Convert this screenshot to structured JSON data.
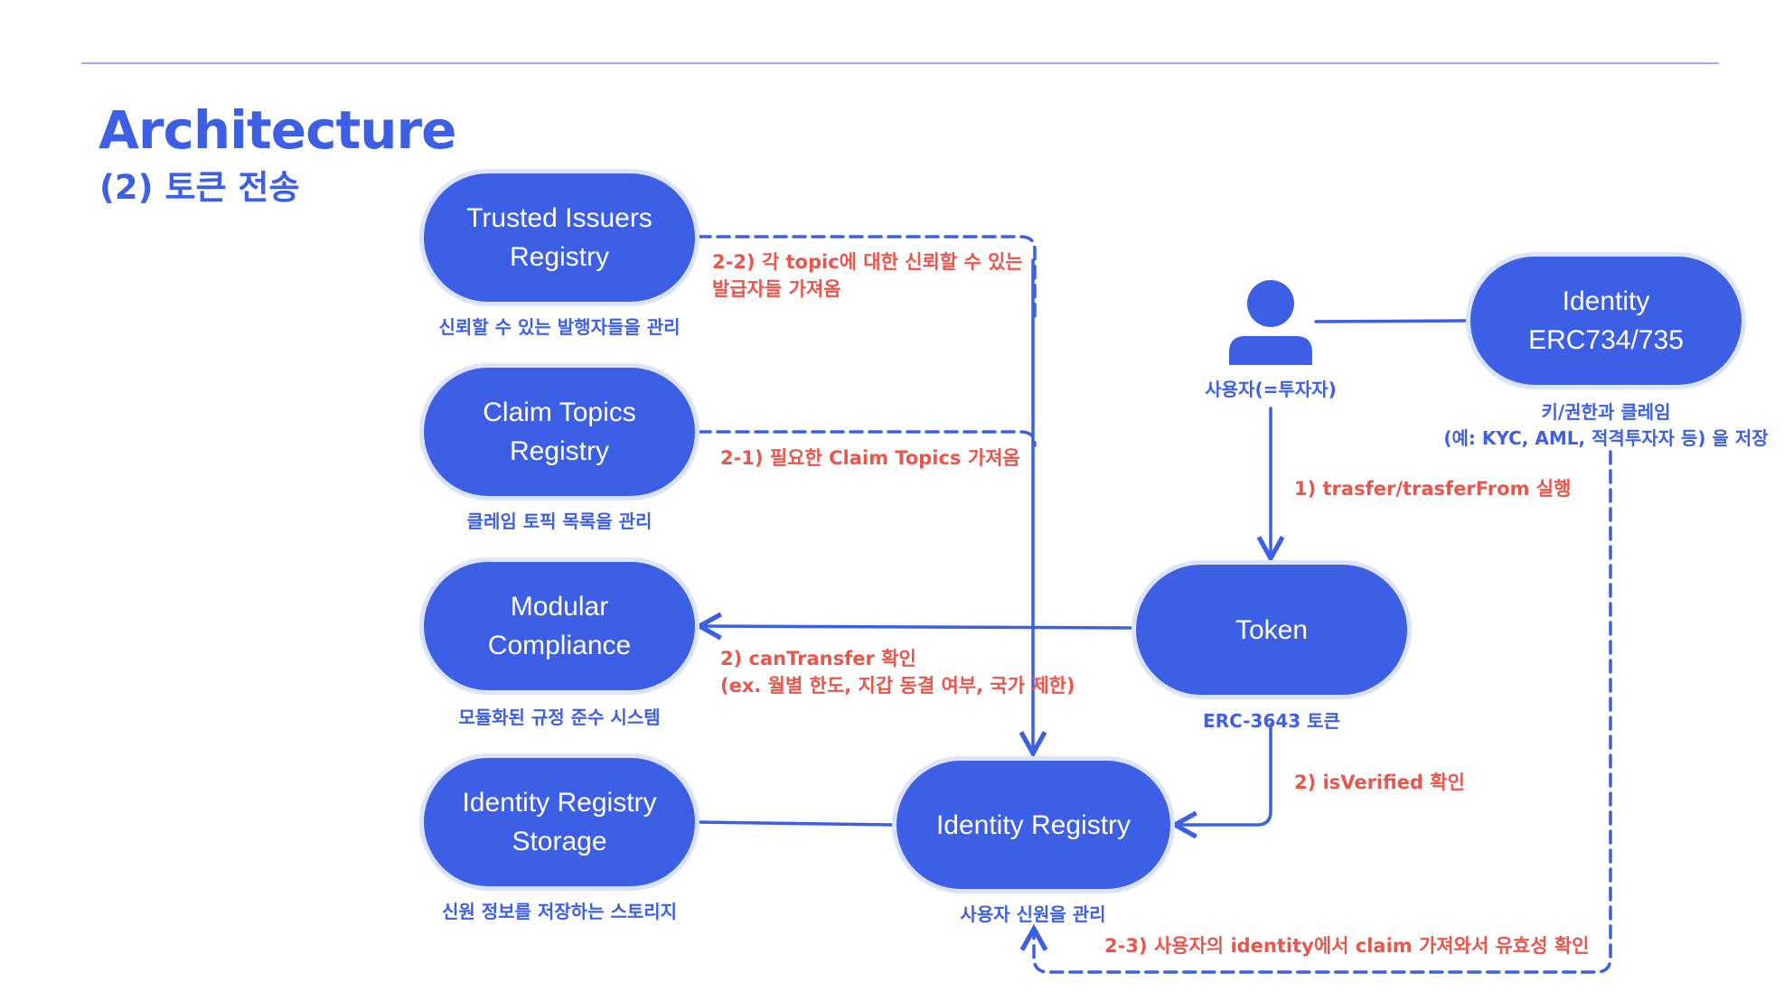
{
  "title": "Architecture",
  "subtitle": "(2) 토큰 전송",
  "colors": {
    "primary": "#3d5fe6",
    "accent": "#e8564c",
    "node_border": "#dbe3ff"
  },
  "nodes": {
    "trusted_issuers": {
      "label": "Trusted Issuers\nRegistry",
      "caption": "신뢰할 수 있는 발행자들을 관리"
    },
    "claim_topics": {
      "label": "Claim Topics\nRegistry",
      "caption": "클레임 토픽 목록을 관리"
    },
    "modular_compliance": {
      "label": "Modular\nCompliance",
      "caption": "모듈화된 규정 준수 시스템"
    },
    "identity_storage": {
      "label": "Identity Registry\nStorage",
      "caption": "신원 정보를 저장하는 스토리지"
    },
    "identity_registry": {
      "label": "Identity Registry",
      "caption": "사용자 신원을 관리"
    },
    "token": {
      "label": "Token",
      "caption": "ERC-3643 토큰"
    },
    "identity": {
      "label": "Identity\nERC734/735",
      "caption": "키/권한과 클레임\n(예: KYC, AML, 적격투자자 등) 을 저장"
    },
    "user": {
      "caption": "사용자(=투자자)",
      "icon": "user-icon"
    }
  },
  "edges": {
    "step1": "1) trasfer/trasferFrom 실행",
    "step2": "2) canTransfer 확인\n(ex. 월별 한도, 지갑 동결 여부, 국가 제한)",
    "step2_verify": "2) isVerified 확인",
    "step2_1": "2-1) 필요한 Claim Topics 가져옴",
    "step2_2": "2-2) 각 topic에 대한 신뢰할 수 있는\n발급자들 가져옴",
    "step2_3": "2-3) 사용자의 identity에서 claim 가져와서 유효성 확인"
  }
}
